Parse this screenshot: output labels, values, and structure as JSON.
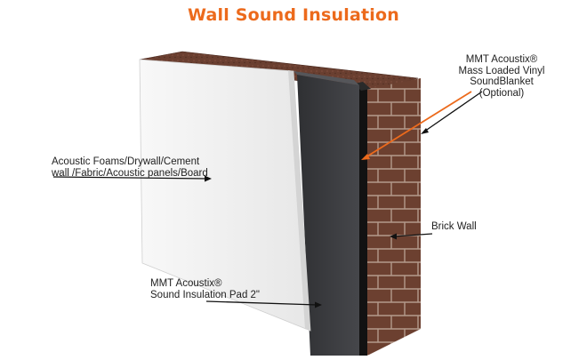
{
  "title": "Wall Sound Insulation",
  "labels": {
    "foam": "Acoustic Foams/Drywall/Cement\nwall /Fabric/Acoustic panels/Board",
    "mlv": "MMT Acoustix®\nMass Loaded Vinyl\nSoundBlanket\n(Optional)",
    "brick": "Brick Wall",
    "pad": "MMT Acoustix®\nSound Insulation Pad 2\""
  },
  "colors": {
    "title": "#ec6a1c",
    "mlv_arrow": "#ec6a1c",
    "brick": "#6a3f31",
    "pad": "#3a3b3e",
    "panel": "#f2f2f2"
  }
}
